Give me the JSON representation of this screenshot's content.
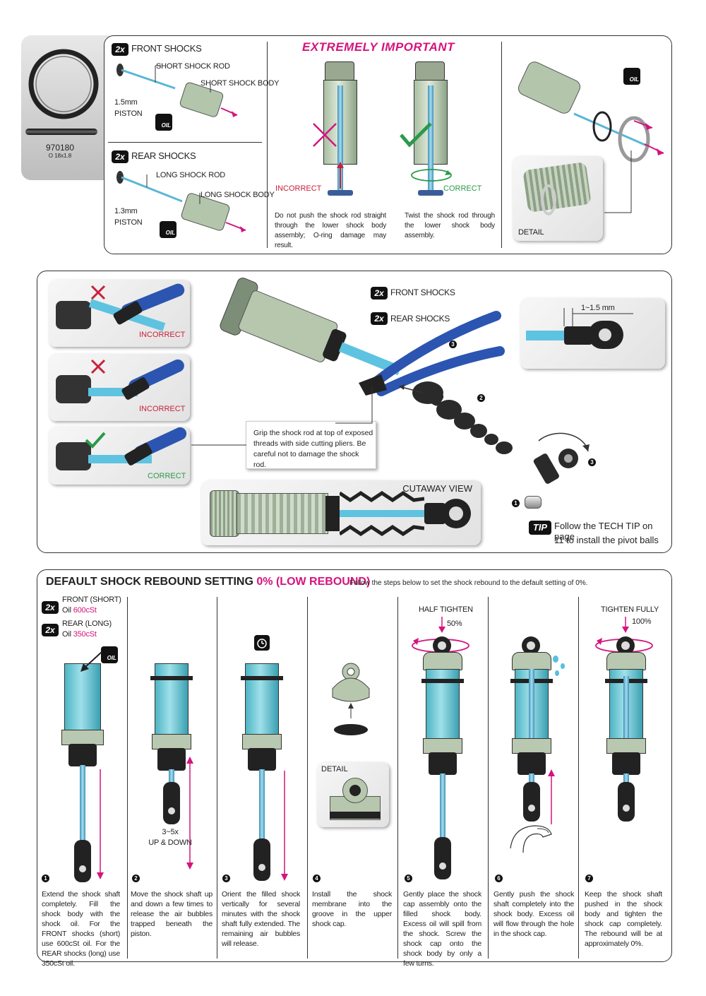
{
  "oring": {
    "part_no": "970180",
    "size": "O 18x1.8"
  },
  "top": {
    "front": {
      "qty": "2x",
      "title": "FRONT SHOCKS",
      "rod": "SHORT SHOCK ROD",
      "body": "SHORT SHOCK BODY",
      "piston_a": "1.5mm",
      "piston_b": "PISTON",
      "oil": "OIL"
    },
    "rear": {
      "qty": "2x",
      "title": "REAR SHOCKS",
      "rod": "LONG SHOCK ROD",
      "body": "LONG SHOCK BODY",
      "piston_a": "1.3mm",
      "piston_b": "PISTON",
      "oil": "OIL"
    },
    "important": "EXTREMELY IMPORTANT",
    "incorrect": "INCORRECT",
    "correct": "CORRECT",
    "incorrect_text": "Do not push the shock rod straight through the lower shock body assembly; O-ring damage may result.",
    "correct_text": "Twist the shock rod through the lower shock body assembly.",
    "detail": "DETAIL",
    "oil": "OIL"
  },
  "mid": {
    "incorrect1": "INCORRECT",
    "incorrect2": "INCORRECT",
    "correct": "CORRECT",
    "front": {
      "qty": "2x",
      "label": "FRONT SHOCKS"
    },
    "rear": {
      "qty": "2x",
      "label": "REAR SHOCKS"
    },
    "measure": "1~1.5 mm",
    "callout": "Grip the shock rod at top of exposed threads with side cutting pliers. Be careful not to damage the shock rod.",
    "cutaway": "CUTAWAY VIEW",
    "step1": "1",
    "step2": "2",
    "step3a": "3",
    "step3b": "3",
    "tip_badge": "TIP",
    "tip_line1": "Follow the TECH TIP on page",
    "tip_line2": "11 to install the pivot balls"
  },
  "bottom": {
    "title_main": "DEFAULT SHOCK REBOUND SETTING",
    "title_accent": "0% (LOW  REBOUND)",
    "subtitle": "Follow the steps below to set the shock rebound to the default setting of 0%.",
    "front": {
      "qty": "2x",
      "label": "FRONT (SHORT)",
      "oil_prefix": "Oil",
      "oil_value": "600cSt"
    },
    "rear": {
      "qty": "2x",
      "label": "REAR (LONG)",
      "oil_prefix": "Oil",
      "oil_value": "350cSt"
    },
    "oil": "OIL",
    "updown_a": "3~5x",
    "updown_b": "UP & DOWN",
    "detail": "DETAIL",
    "half": "HALF TIGHTEN",
    "half_pct": "50%",
    "full": "TIGHTEN FULLY",
    "full_pct": "100%",
    "steps": [
      {
        "n": "1",
        "text": "Extend the shock shaft completely. Fill the shock body with the shock oil. For the FRONT shocks (short) use 600cSt oil. For the REAR shocks (long) use 350cSt oil."
      },
      {
        "n": "2",
        "text": "Move the shock shaft up and down a few times to release the air bubbles trapped beneath the piston."
      },
      {
        "n": "3",
        "text": "Orient the filled shock vertically for several minutes with the shock shaft fully extended. The remaining air bubbles will release."
      },
      {
        "n": "4",
        "text": "Install the shock membrane into the groove in the upper shock cap."
      },
      {
        "n": "5",
        "text": "Gently place the shock cap assembly onto the filled shock body. Excess oil will spill from the shock. Screw the shock cap onto the shock body by only a few turns."
      },
      {
        "n": "6",
        "text": "Gently push the shock shaft completely into the shock body. Excess oil will flow through the hole in the shock cap."
      },
      {
        "n": "7",
        "text": "Keep the shock shaft pushed in the shock body and tighten the shock cap completely. The rebound will be at approximately 0%."
      }
    ]
  }
}
